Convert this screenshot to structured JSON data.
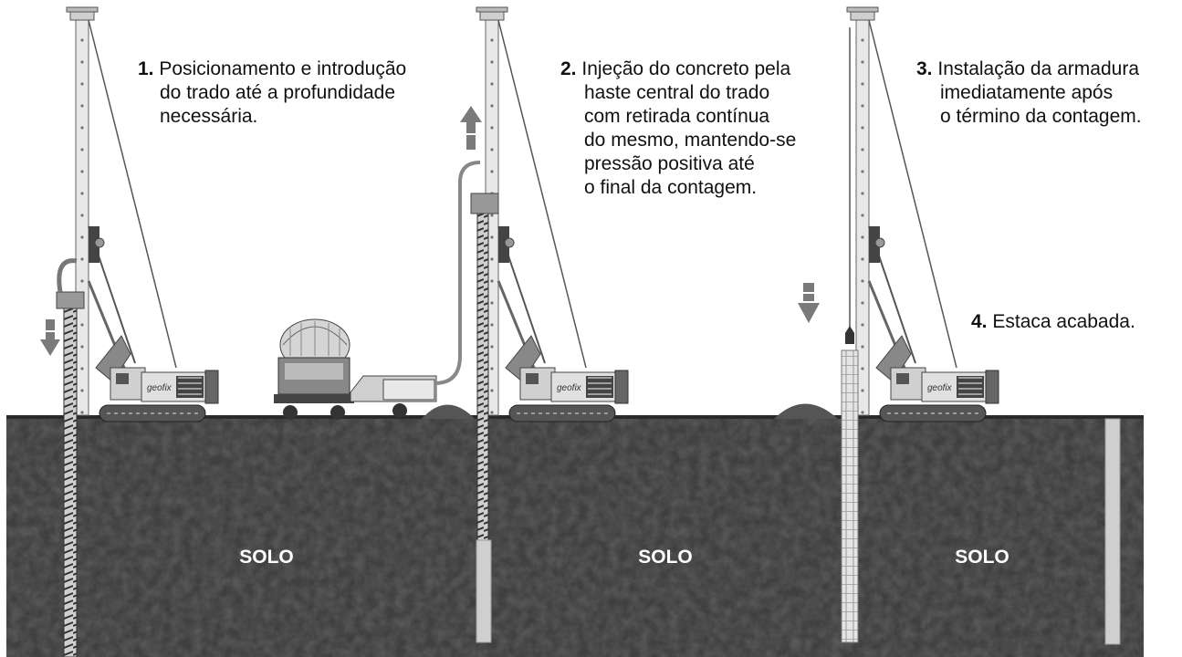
{
  "steps": [
    {
      "num": "1.",
      "lines": [
        "Posicionamento e introdução",
        "do trado até a profundidade",
        "necessária."
      ]
    },
    {
      "num": "2.",
      "lines": [
        "Injeção do concreto pela",
        "haste central do trado",
        "com retirada contínua",
        "do mesmo, mantendo-se",
        "pressão positiva até",
        "o final da contagem."
      ]
    },
    {
      "num": "3.",
      "lines": [
        "Instalação da armadura",
        "imediatamente após",
        "o término da contagem."
      ]
    },
    {
      "num": "4.",
      "lines": [
        "Estaca acabada."
      ]
    }
  ],
  "soil_labels": [
    "SOLO",
    "SOLO",
    "SOLO"
  ],
  "rig_logo": "geofix",
  "colors": {
    "soil": "#3f3f3f",
    "soil_dark": "#262626",
    "rig": "#d9d9d9",
    "rig_dark": "#555555",
    "arrow": "#7a7a7a",
    "concrete": "#cfcfcf",
    "text": "#111111"
  }
}
